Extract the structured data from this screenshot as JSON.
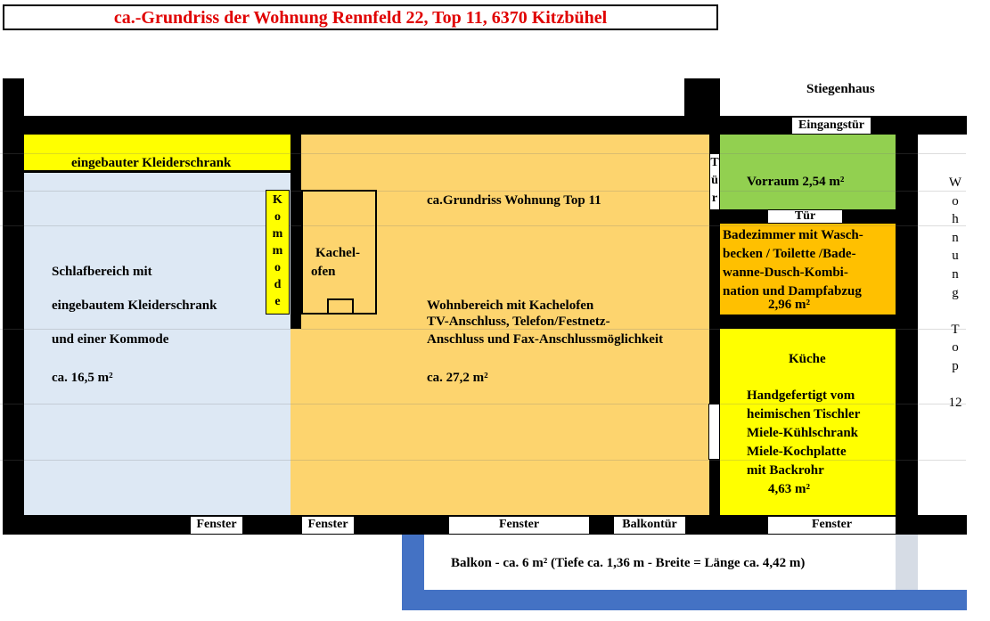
{
  "title": "ca.-Grundriss der Wohnung Rennfeld 22, Top 11, 6370 Kitzbühel",
  "labels": {
    "stiegenhaus": "Stiegenhaus",
    "eingangstuer": "Eingangstür",
    "kleiderschrank": "eingebauter Kleiderschrank",
    "grundriss": "ca.Grundriss Wohnung Top 11",
    "vorraum": "Vorraum 2,54 m²",
    "tuer_vertical": [
      "T",
      "ü",
      "r"
    ],
    "tuer_bad": "Tür",
    "kommode": [
      "K",
      "o",
      "m",
      "m",
      "o",
      "d",
      "e"
    ],
    "kachelofen": [
      "Kachel-",
      "ofen"
    ],
    "schlaf": [
      "Schlafbereich mit",
      "eingebautem Kleiderschrank",
      "und einer Kommode",
      "ca. 16,5 m²"
    ],
    "wohn": [
      "Wohnbereich mit Kachelofen",
      "TV-Anschluss, Telefon/Festnetz-",
      "Anschluss und Fax-Anschlussmöglichkeit",
      "ca. 27,2 m²"
    ],
    "bad": [
      "Badezimmer mit Wasch-",
      "becken / Toilette /Bade-",
      "wanne-Dusch-Kombi-",
      "nation und Dampfabzug",
      "2,96 m²"
    ],
    "kueche": [
      "Küche",
      "Handgefertigt vom",
      "heimischen Tischler",
      "Miele-Kühlschrank",
      "Miele-Kochplatte",
      "mit Backrohr",
      "4,63 m²"
    ],
    "wohnung_top": [
      "W",
      "o",
      "h",
      "n",
      "u",
      "n",
      "g",
      "",
      "T",
      "o",
      "p",
      "",
      "12"
    ],
    "fenster": "Fenster",
    "balkontuer": "Balkontür",
    "balkon": "Balkon - ca. 6 m² (Tiefe ca. 1,36 m - Breite = Länge ca. 4,42 m)"
  },
  "colors": {
    "title": "#e00000",
    "schlaf": "#dde8f4",
    "wohn": "#fdd46e",
    "kleiderschrank": "#ffff00",
    "vorraum": "#92d050",
    "bad": "#ffc000",
    "kueche": "#ffff00",
    "balkon": "#4472c4"
  }
}
